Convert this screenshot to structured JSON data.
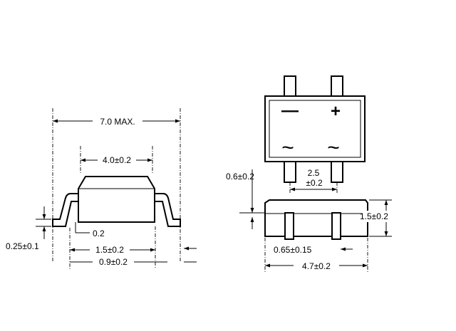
{
  "side_view": {
    "overall_width": "7.0 MAX.",
    "body_width": "4.0±0.2",
    "lead_thickness": "0.25±0.1",
    "standoff": "0.2",
    "lead_span": "1.5±0.2",
    "foot_length": "0.9±0.2"
  },
  "top_view": {
    "minus_symbol": "—",
    "plus_symbol": "+",
    "ac_symbol_left": "~",
    "ac_symbol_right": "~"
  },
  "front_view": {
    "lead_width": "0.6±0.2",
    "pitch_value": "2.5",
    "pitch_tolerance": "±0.2",
    "height": "1.5±0.2",
    "lead_foot": "0.65±0.15",
    "body_length": "4.7±0.2"
  },
  "colors": {
    "ink": "#000000",
    "background": "#ffffff"
  }
}
